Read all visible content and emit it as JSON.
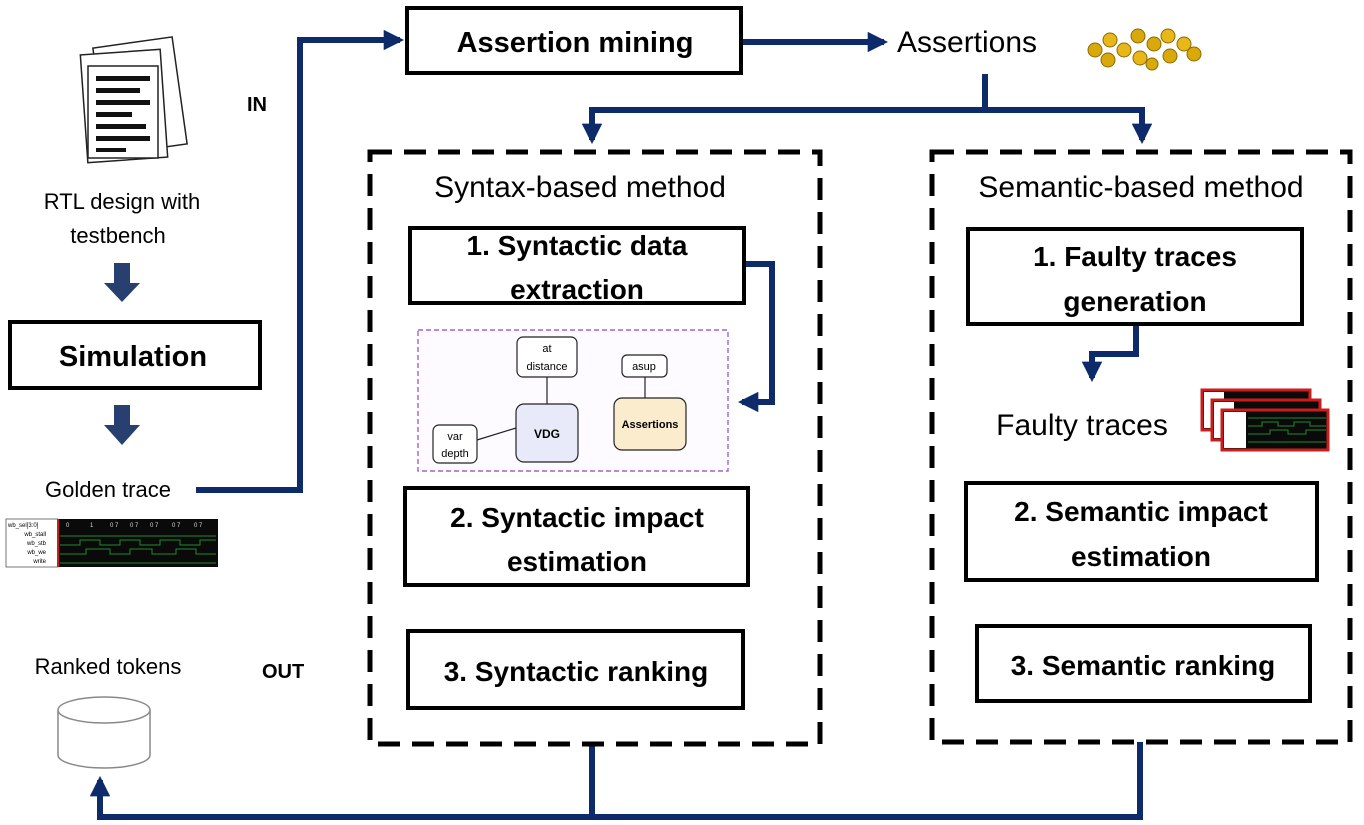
{
  "colors": {
    "arrow": "#0d2a6b",
    "arrow_small": "#27406f",
    "box_border": "#000000",
    "dashed_border": "#000000",
    "vdg_fill": "#e8eaf9",
    "assertions_fill": "#fbeccd",
    "graph_border": "#a265c9",
    "trace_bg": "#0a0a0a",
    "trace_wave": "#1e8a2e",
    "faulty_border": "#cc1d1d",
    "coin": "#d9a80a"
  },
  "io": {
    "in_label": "IN",
    "out_label": "OUT"
  },
  "inputs": {
    "rtl_line1": "RTL design with",
    "rtl_line2": "testbench",
    "rtl_icon": "document-stack-icon",
    "simulation": "Simulation",
    "golden_trace": "Golden trace",
    "ranked_tokens": "Ranked tokens",
    "database_icon": "database-icon"
  },
  "top": {
    "assertion_mining": "Assertion mining",
    "assertions": "Assertions",
    "coins_icon": "gold-coins-icon"
  },
  "waveform": {
    "signals": [
      "wb_sel[3:0]",
      "wb_stall",
      "wb_stb",
      "wb_we",
      "write"
    ],
    "header_values": [
      "0",
      "1",
      "0 7",
      "0 7",
      "0 7",
      "0 7",
      "0 7"
    ]
  },
  "syntax": {
    "title": "Syntax-based method",
    "step1_line1": "1. Syntactic data",
    "step1_line2": "extraction",
    "step2_line1": "2. Syntactic impact",
    "step2_line2": "estimation",
    "step3": "3. Syntactic ranking",
    "graph": {
      "at_distance_1": "at",
      "at_distance_2": "distance",
      "vdg": "VDG",
      "var_depth_1": "var",
      "var_depth_2": "depth",
      "asup": "asup",
      "assertions_node": "Assertions"
    }
  },
  "semantic": {
    "title": "Semantic-based method",
    "step1_line1": "1. Faulty traces",
    "step1_line2": "generation",
    "faulty_traces": "Faulty traces",
    "step2_line1": "2. Semantic impact",
    "step2_line2": "estimation",
    "step3": "3. Semantic ranking"
  }
}
